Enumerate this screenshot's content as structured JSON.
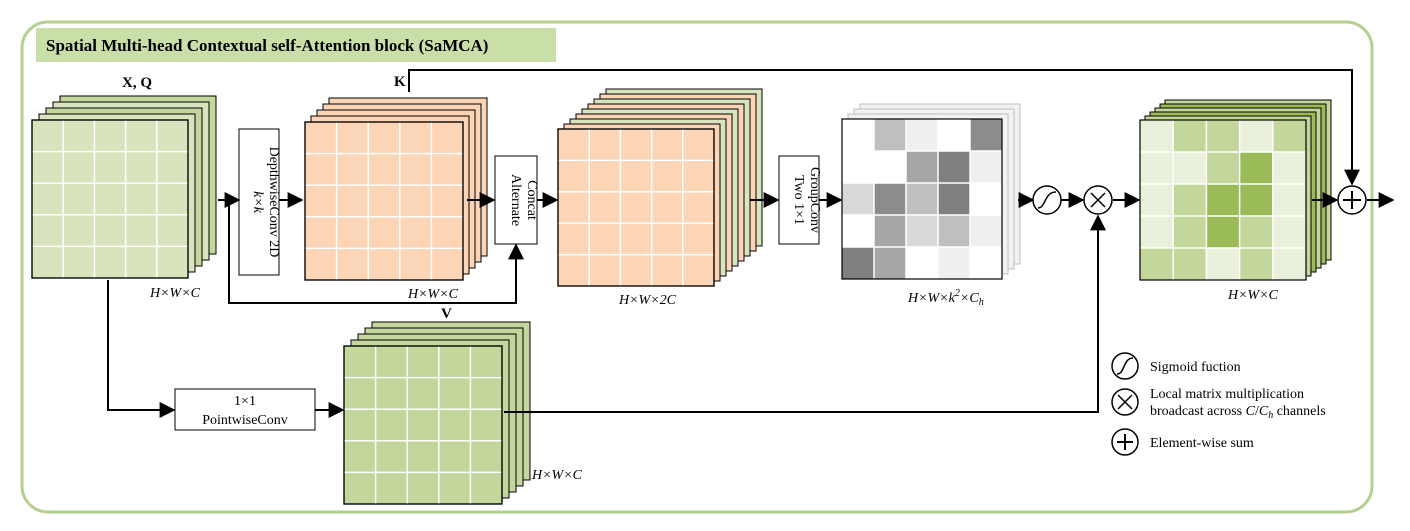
{
  "title": "Spatial Multi-head Contextual self-Attention block (SaMCA)",
  "labels": {
    "xq": "X, Q",
    "k": "K",
    "v": "V"
  },
  "dims": {
    "input": "H×W×C",
    "k": "H×W×C",
    "concat": "H×W×2C",
    "attn_pre": "H×W×k",
    "attn_sup": "2",
    "attn_mid": "×C",
    "attn_sub": "h",
    "output": "H×W×C",
    "v": "H×W×C"
  },
  "ops": {
    "dwconv_line1": "k×k",
    "dwconv_line2": "DepthwiseConv 2D",
    "concat_line1": "Alternate",
    "concat_line2": "Concat",
    "group_line1": "Two 1×1",
    "group_line2": "GroupConv",
    "pw_line1": "1×1",
    "pw_line2": "PointwiseConv"
  },
  "legend": {
    "sigmoid": "Sigmoid fuction",
    "mult_line1": "Local matrix multiplication",
    "mult_line2_pre": "broadcast across ",
    "mult_line2_c": "C",
    "mult_line2_slash": "/",
    "mult_line2_ch": "C",
    "mult_line2_sub": "h",
    "mult_line2_post": " channels",
    "sum": "Element-wise sum"
  },
  "colors": {
    "frame": "#b5cf8f",
    "title_bg": "#cadfa8",
    "green_light": "#d7e4bd",
    "green_mid": "#c3d69b",
    "green_dark": "#9bbb59",
    "peach": "#fbd5b5",
    "peach_border": "#f4b183",
    "heat_grays": [
      "#ffffff",
      "#efefef",
      "#d9d9d9",
      "#bfbfbf",
      "#a6a6a6",
      "#8c8c8c",
      "#7f7f7f"
    ]
  },
  "heatmap_levels": [
    [
      0,
      3,
      1,
      0,
      5
    ],
    [
      0,
      0,
      4,
      6,
      1
    ],
    [
      2,
      5,
      3,
      6,
      0
    ],
    [
      0,
      4,
      2,
      3,
      1
    ],
    [
      6,
      4,
      0,
      1,
      0
    ]
  ],
  "output_levels": [
    [
      0,
      1,
      1,
      0,
      1
    ],
    [
      0,
      0,
      1,
      2,
      0
    ],
    [
      0,
      1,
      2,
      2,
      0
    ],
    [
      0,
      1,
      2,
      1,
      0
    ],
    [
      1,
      1,
      0,
      1,
      0
    ]
  ]
}
